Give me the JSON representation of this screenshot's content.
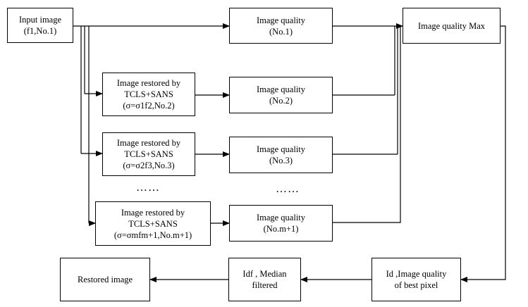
{
  "nodes": {
    "input": {
      "line1": "Input image",
      "line2": "(f1,No.1)"
    },
    "quality1": {
      "line1": "Image quality",
      "line2": "(No.1)"
    },
    "quality_max": {
      "line1": "Image quality  Max"
    },
    "restored2": {
      "line1": "Image restored by",
      "line2": "TCLS+SANS",
      "line3": "(σ=σ1f2,No.2)"
    },
    "quality2": {
      "line1": "Image quality",
      "line2": "(No.2)"
    },
    "restored3": {
      "line1": "Image restored by",
      "line2": "TCLS+SANS",
      "line3": "(σ=σ2f3,No.3)"
    },
    "quality3": {
      "line1": "Image quality",
      "line2": "(No.3)"
    },
    "restored_m": {
      "line1": "Image restored by",
      "line2": "TCLS+SANS",
      "line3": "(σ=σmfm+1,No.m+1)"
    },
    "quality_m": {
      "line1": "Image quality",
      "line2": "(No.m+1)"
    },
    "restored_final": {
      "line1": "Restored image"
    },
    "median": {
      "line1": "Idf , Median",
      "line2": "filtered"
    },
    "best_pixel": {
      "line1": "Id ,Image quality",
      "line2": "of  best pixel"
    }
  },
  "ellipsis": {
    "left": "……",
    "right": "……"
  },
  "edges": [
    [
      "input",
      "quality1"
    ],
    [
      "input",
      "restored2"
    ],
    [
      "input",
      "restored3"
    ],
    [
      "input",
      "restored_m"
    ],
    [
      "restored2",
      "quality2"
    ],
    [
      "restored3",
      "quality3"
    ],
    [
      "restored_m",
      "quality_m"
    ],
    [
      "quality1",
      "quality_max"
    ],
    [
      "quality2",
      "quality_max"
    ],
    [
      "quality3",
      "quality_max"
    ],
    [
      "quality_m",
      "quality_max"
    ],
    [
      "quality_max",
      "best_pixel"
    ],
    [
      "best_pixel",
      "median"
    ],
    [
      "median",
      "restored_final"
    ]
  ]
}
